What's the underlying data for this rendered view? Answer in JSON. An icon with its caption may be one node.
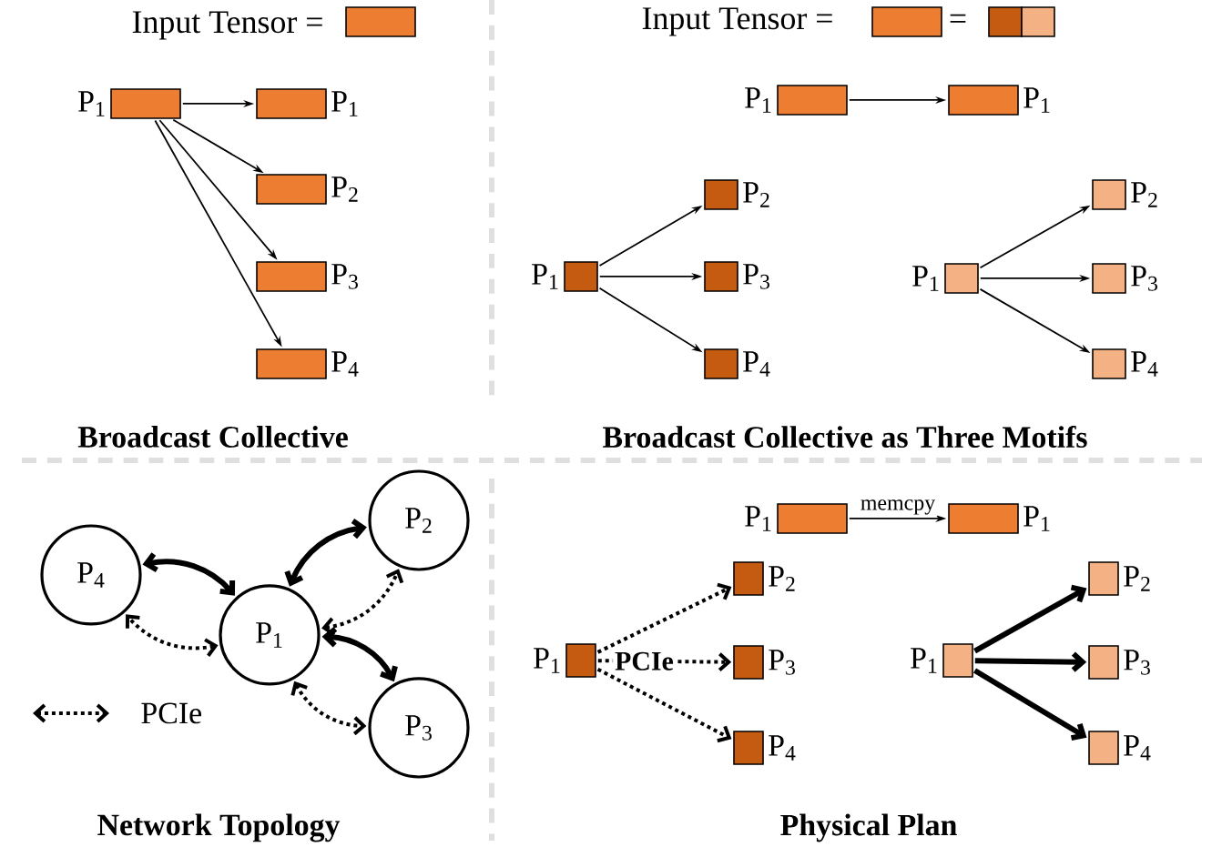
{
  "diagram": {
    "nodes": [
      {
        "text": [],
        "shape": "box"
      },
      {
        "text": [],
        "shape": "box",
        "beside": [
          "P$_{1}$"
        ]
      },
      {
        "text": [],
        "shape": "box",
        "beside": [
          "P$_{1}$"
        ]
      },
      {
        "text": [],
        "shape": "box",
        "beside": [
          "P$_{2}$"
        ]
      },
      {
        "text": [],
        "shape": "box",
        "beside": [
          "P$_{3}$"
        ]
      },
      {
        "text": [],
        "shape": "box",
        "beside": [
          "P$_{4}$"
        ]
      },
      {
        "text": [],
        "shape": "box"
      },
      {
        "text": [],
        "shape": "box"
      },
      {
        "text": [],
        "shape": "box"
      },
      {
        "text": [],
        "shape": "box",
        "beside": [
          "P$_{1}$"
        ]
      },
      {
        "text": [],
        "shape": "box",
        "beside": [
          "P$_{1}$"
        ]
      },
      {
        "text": [],
        "shape": "box",
        "beside": [
          "P$_{1}$"
        ]
      },
      {
        "text": [],
        "shape": "box",
        "beside": [
          "P$_{2}$"
        ]
      },
      {
        "text": [],
        "shape": "box",
        "beside": [
          "P$_{3}$"
        ]
      },
      {
        "text": [],
        "shape": "box",
        "beside": [
          "P$_{4}$"
        ]
      },
      {
        "text": [],
        "shape": "box",
        "beside": [
          "P$_{1}$"
        ]
      },
      {
        "text": [],
        "shape": "box",
        "beside": [
          "P$_{2}$"
        ]
      },
      {
        "text": [],
        "shape": "box",
        "beside": [
          "P$_{3}$"
        ]
      },
      {
        "text": [],
        "shape": "box",
        "beside": [
          "P$_{4}$"
        ]
      },
      {
        "text": [
          "P$_{2}$"
        ]
      },
      {
        "text": [
          "P$_{4}$"
        ]
      },
      {
        "text": [
          "P$_{1}$"
        ]
      },
      {
        "text": [
          "P$_{3}$"
        ]
      },
      {
        "text": [],
        "shape": "box",
        "beside": [
          "P$_{1}$"
        ]
      },
      {
        "text": [],
        "shape": "box",
        "beside": [
          "P$_{1}$"
        ]
      },
      {
        "text": [],
        "shape": "box",
        "beside": [
          "P$_{1}$"
        ]
      },
      {
        "text": [],
        "shape": "box",
        "beside": [
          "P$_{2}$"
        ]
      },
      {
        "text": [],
        "shape": "box",
        "beside": [
          "P$_{3}$"
        ]
      },
      {
        "text": [],
        "shape": "box",
        "beside": [
          "P$_{4}$"
        ]
      },
      {
        "text": [],
        "shape": "box",
        "beside": [
          "P$_{1}$"
        ]
      },
      {
        "text": [],
        "shape": "box",
        "beside": [
          "P$_{2}$"
        ]
      },
      {
        "text": [],
        "shape": "box",
        "beside": [
          "P$_{3}$"
        ]
      },
      {
        "text": [],
        "shape": "box",
        "beside": [
          "P$_{4}$"
        ]
      }
    ],
    "edges": [
      {
        "from": 1,
        "to": 2,
        "arrow": "to"
      },
      {
        "from": 1,
        "to": 3,
        "arrow": "to"
      },
      {
        "from": 1,
        "to": 4,
        "arrow": "to"
      },
      {
        "from": 1,
        "to": 5,
        "arrow": "to"
      },
      {
        "from": 9,
        "to": 10,
        "arrow": "to"
      },
      {
        "from": 11,
        "to": 12,
        "arrow": "to"
      },
      {
        "from": 11,
        "to": 13,
        "arrow": "to"
      },
      {
        "from": 11,
        "to": 14,
        "arrow": "to"
      },
      {
        "from": 15,
        "to": 16,
        "arrow": "to"
      },
      {
        "from": 15,
        "to": 17,
        "arrow": "to"
      },
      {
        "from": 15,
        "to": 18,
        "arrow": "to"
      },
      {
        "from": 21,
        "to": 19,
        "arrow": "both",
        "style": "thick"
      },
      {
        "from": 21,
        "to": 19,
        "arrow": "both",
        "style": "dashed"
      },
      {
        "from": 21,
        "to": 20,
        "arrow": "both",
        "style": "thick"
      },
      {
        "from": 21,
        "to": 20,
        "arrow": "both",
        "style": "dashed"
      },
      {
        "from": 21,
        "to": 22,
        "arrow": "both",
        "style": "thick"
      },
      {
        "from": 21,
        "to": 22,
        "arrow": "both",
        "style": "dashed"
      },
      {
        "from": 23,
        "to": 24,
        "arrow": "to",
        "label": "memcpy"
      },
      {
        "from": 25,
        "to": 26,
        "arrow": "to",
        "style": "dashed"
      },
      {
        "from": 25,
        "to": 27,
        "arrow": "to",
        "style": "dashed",
        "label": "PCIe"
      },
      {
        "from": 25,
        "to": 28,
        "arrow": "to",
        "style": "dashed"
      },
      {
        "from": 29,
        "to": 30,
        "arrow": "to",
        "style": "thick"
      },
      {
        "from": 29,
        "to": 31,
        "arrow": "to",
        "style": "thick"
      },
      {
        "from": 29,
        "to": 32,
        "arrow": "to",
        "style": "thick"
      }
    ],
    "labels": [
      "Input Tensor =",
      "Input Tensor =",
      "=",
      "Broadcast Collective",
      "Broadcast Collective as Three Motifs",
      "Network Topology",
      "Physical Plan"
    ],
    "legend": [
      {
        "text": "PCIe"
      }
    ]
  }
}
